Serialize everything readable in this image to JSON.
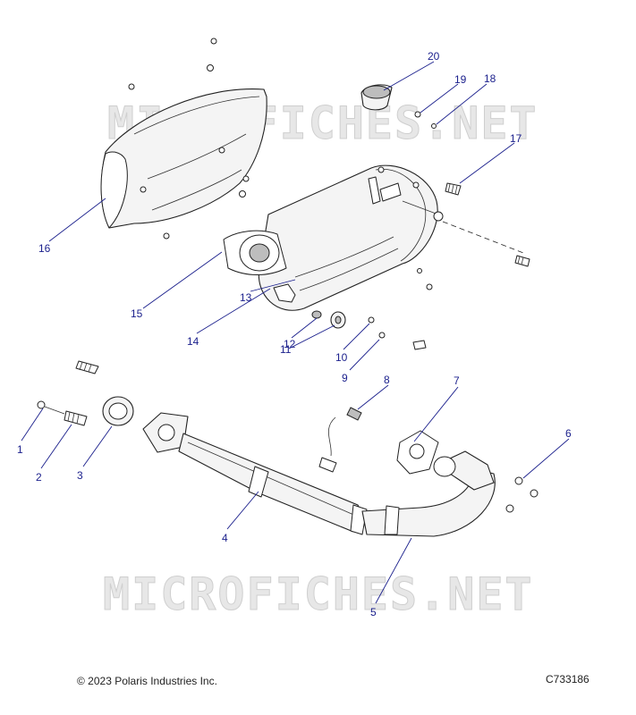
{
  "watermark_text": "MICROFICHES.NET",
  "copyright": "© 2023 Polaris Industries Inc.",
  "drawing_id": "C733186",
  "callouts": [
    "1",
    "2",
    "3",
    "4",
    "5",
    "6",
    "7",
    "8",
    "9",
    "10",
    "11",
    "12",
    "13",
    "14",
    "15",
    "16",
    "17",
    "18",
    "19",
    "20"
  ],
  "colors": {
    "callout": "#1a1f8c",
    "line_art": "#222222",
    "watermark": "#e7e7e7"
  }
}
